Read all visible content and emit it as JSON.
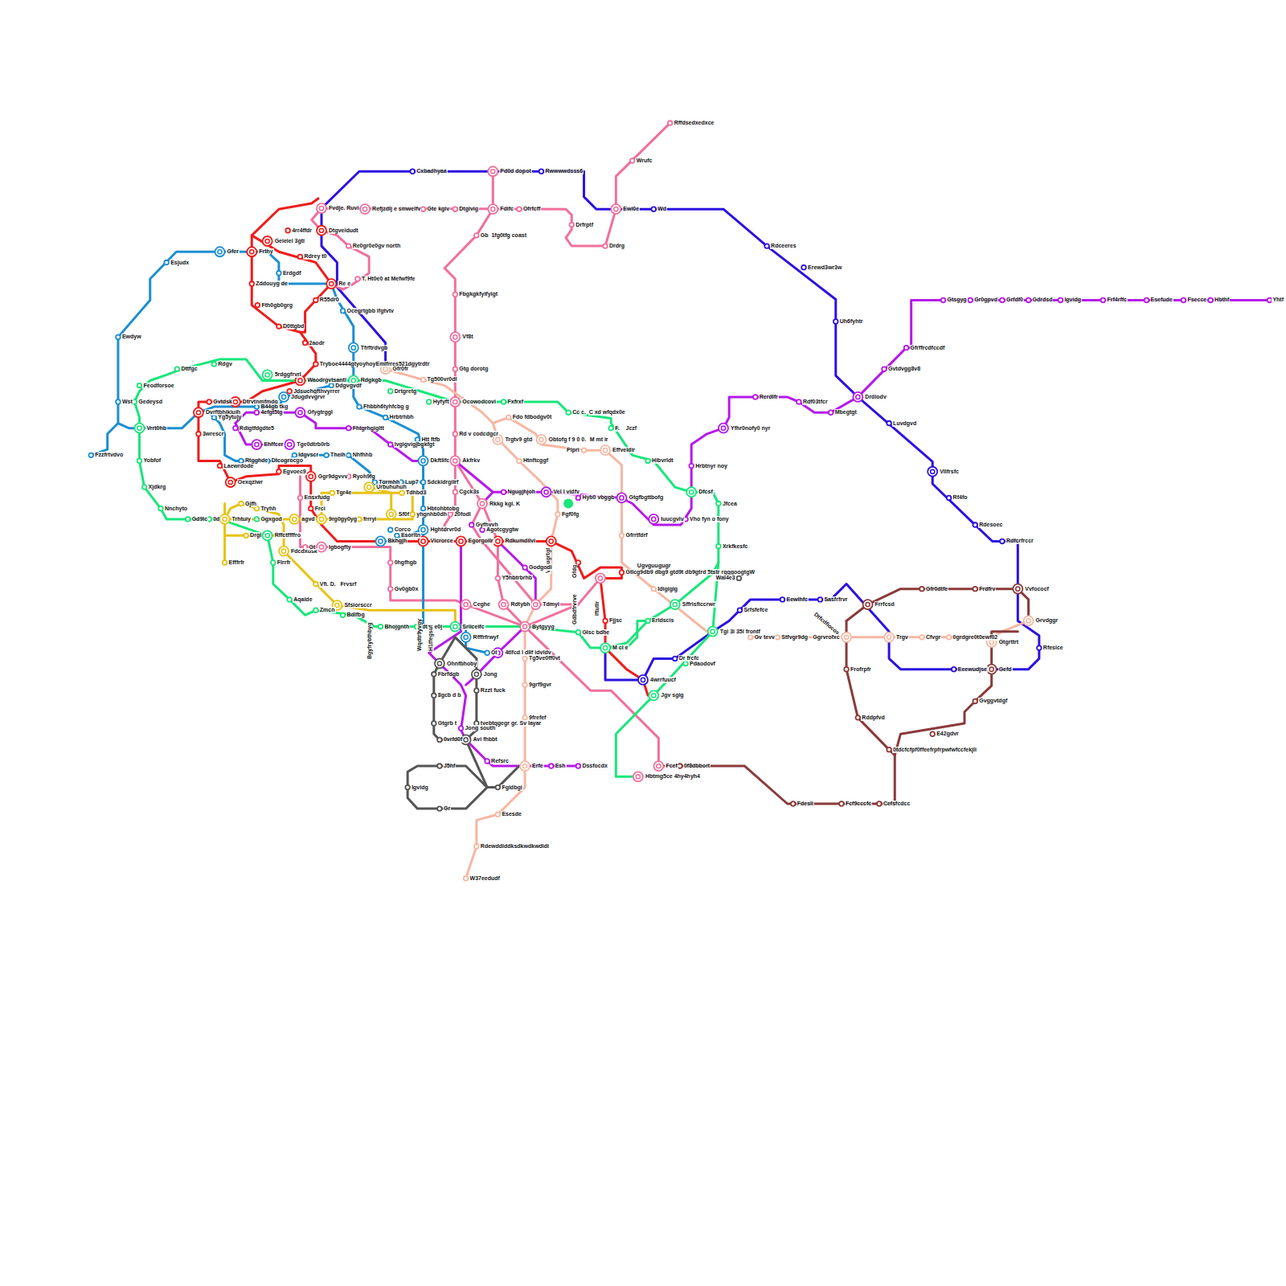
{
  "diagram": {
    "labels": [
      "Cxbadhyaa",
      "Pd0d dopot",
      "Rwwwwdsss6",
      "Ewi0e",
      "Wd",
      "Rffdsedxedxce",
      "Wrufc",
      "Drdrg",
      "Drfrptf",
      "Ofrfcff",
      "Fdifc",
      "Dtgivig",
      "Gte kgiv",
      "Refjzdlj e smwelfv",
      "Fvdje. Ruvi",
      "Gb  1fg0tfg coast",
      "Fbgkgkfyifyigt",
      "Vf8t",
      "Gtg dorotg",
      "Tg500vr0dl",
      "Ocowodcovi",
      "Rd v codcdgcr",
      "Akfrkv",
      "Cgck3s",
      "20fodl",
      "Rdceeres",
      "Erewd3wr3w",
      "Uh6fyhtr",
      "Drdiodv",
      "Luvdgvd",
      "Vllfrsfc",
      "Rf4fo",
      "Rdesoec",
      "Rdfcrfrccr",
      "Vvfococf",
      "Grvdggr",
      "Rfesice",
      "Gefd",
      "Eeewudjse",
      "Gtgrttrt",
      "Gvggvtdgf",
      "E42gdvr",
      "0tdcfcfpf0ffeefrpfrpwfwfccfekjli",
      "Cefsfcdcc",
      "Fcf9cccfc",
      "Fdesli",
      "Fcef",
      "0f8dbbort",
      "Hbtmg5ce 4hy4hyh4",
      "Frrfcsd",
      "Gfr0dtfe",
      "Frdfrv",
      "Frofrpfr",
      "Rddpfvd",
      "Trgv",
      "Cfvgr",
      "0grdgre0t0ewf02",
      "Dtfcdfiocos",
      "Ggrvrofxc",
      "Stfvgr9dg",
      "Gv tevv",
      "Tgi 3i 35i frontf",
      "Srfsfefce",
      "Eewlhfc",
      "Sasfrfrvr",
      "Dr frcfc",
      "Pdaodovf",
      "4wrrfuucf",
      "Jgv sgig",
      "M cl e",
      "Erldscis",
      "Sffrisficcrwr",
      "Fjjsc",
      "Ugvguugugr",
      "Idigigig",
      "Gtlcg9db9 dbg9 gtd9t db9gtrd 5tstr rgggoogtgW",
      "Wal4e3",
      "Iftutlr",
      "Gfdg",
      "Vrhugrtgl",
      "Rdkumdilvi",
      "Egorgollr",
      "Vlcrorce",
      "Hghtdrvr0d",
      "Hbtohbtobg",
      "Sdckidrgilrf",
      "Dkftlifc",
      "Htt ftfb",
      "Hrbtrhbh",
      "Fhbbh6tyhfcbg g",
      "Rdgkgb",
      "Tfrftrdvgb",
      "Ocegrtgbb ifgtvtv",
      "R55dr0",
      "Re e",
      "T. Ht0e0 at Mefwf9fe",
      "Re0gr0e0gv north",
      "Dtgveidudt",
      "4rr4ffdr",
      "Geieiei 3gti",
      "Rdrey t0",
      "Frthy",
      "Gfer",
      "Esjudx",
      "Erdgdf",
      "Zddouyg de",
      "Fth0gb0grg",
      "D0ttgbd",
      "2aodr",
      "Tryboe4444gtyoyhoyEmlfrres521dgytrdtr",
      "Gfr0fr",
      "Drtgretg",
      "Hyfyft",
      "Fxfrxf",
      "Cc c.",
      "C xd wfqdx0e",
      "F.",
      "Jczf",
      "Effveidir",
      "Pipri",
      "Obtofg f 9 0 0.",
      "M mt ir",
      "Trgtv9 gtd",
      "Fdo fdbodgv0t",
      "Htnftcggf",
      "Ngugjhjoh",
      "Vel l vidfv",
      "Hyb0 vbggb",
      "Gtgfbgttbofg",
      "Iuucgvlv",
      "Vho fyn o fony",
      "Gfrrtfdrf",
      "Fgf0fg",
      "Rkkg kgi. K",
      "Gyfhyvh",
      "Agotcgygtw",
      "Godgodi",
      "Y5hbtrbrhb",
      "Rdtybh",
      "Tdmyi",
      "Ceghe",
      "Bytgyyg",
      "Sriiceifc",
      "Idtr3 e0j",
      "Bhojgnth",
      "Bdlfbg",
      "Zmcn",
      "Sfsiorsccr",
      "Aqaide",
      "Vfi. D.   Frvsrf",
      "Flrrfr",
      "Fdcdxdsk",
      "Rffctffffro",
      "Drgi",
      "Efffrfr",
      "Trhtuiy",
      "Ggxgod",
      "Gjfh",
      "Tryhh",
      "agvd",
      "Gd9lc",
      "0d",
      "Nnchyto",
      "Xjdkrg",
      "Yobfof",
      "Vrrt0hb",
      "Wst",
      "Gedeysd",
      "Feodforsoe",
      "Dttfgc",
      "Rdgv",
      "5rdggfrvrl",
      "Waodrgvtsantl",
      "Ewdyw",
      "Fzzfrtvdvo",
      "Dtrvtnmfmdg",
      "Gvtdsk",
      "Dvrftbhjkjujh",
      "Yg5ytujy",
      "3wrescr",
      "Laewrdode",
      "Oexqziwr",
      "Rdigtfdgdte5",
      "Ehffcer",
      "Tge0dtrb0rb",
      "Gfygtrggl",
      "4efgt5tg",
      "B44gb tkg",
      "Jdsuchgfthvyrrer",
      "Jdugdvvgrvr",
      "Ddgvgvdf",
      "Fhtgrhgigltt",
      "Ivgigvigjbgkfgt",
      "Rtgghde",
      "Dtcogrocgo",
      "Idgvscr",
      "Theih",
      "Nhfhhb",
      "Egvoec9",
      "Ggr9dgvvv",
      "Ryoh9fg",
      "Tgrmhh",
      "Lup7",
      "Urbuhuhuh",
      "Tgr4e",
      "Tdhbd3",
      "Ensxfudg",
      "Frci",
      "Sf0f",
      "yhgnhb0dh",
      "9rg0gy0yg",
      "frrryi",
      "Gt",
      "Igbogfty",
      "Corco",
      "Esorltn",
      "Bkhgjh",
      "0hgfhgb",
      "Gv0gb0x",
      "Wqdtr9yvgy",
      "H1tfegsuf",
      "Bgyfrybthbyg",
      "Rfffrfrwyf",
      "Ol",
      "4tlfcd l dilf idvldv",
      "Tg5ve0ff0vt",
      "9grf9gvr",
      "9frefef",
      "tvebtggegr gr. Sv layar",
      "Ohnfbhoby",
      "Fbrfdgb",
      "Jong",
      "Rzzt fuck",
      "8gcb d b",
      "Gtgrb t",
      "Jong south",
      "0vrfd0f",
      "Avi fhbbt",
      "Refsrc",
      "Erfe",
      "Esh",
      "Dssfocdx",
      "J5hf",
      "Igvidg",
      "Fgidbgi",
      "Gr",
      "Esesde",
      "Rdewddiddksdkwdkwdidi",
      "W37eedudf",
      "Glsc bdhe",
      "Gdbdfrvrve",
      "Hibvrldt",
      "Dfcsf",
      "Jfcea",
      "Xrkfkesfc",
      "Hrbtnyr noy",
      "Yfhr0nofy0 nyr",
      "Rerdlfr",
      "Rdf03tfcr",
      "Mbegtgt",
      "Gvtdvgg8v8",
      "Gfrffrcdfccdf",
      "Gtsgyg",
      "Gr0gpvd",
      "Grfdf0",
      "Gdrdsd",
      "Igvidg",
      "Frf4rffc",
      "Esefude",
      "Fsecce",
      "Hbthf",
      "Yhtf"
    ]
  }
}
